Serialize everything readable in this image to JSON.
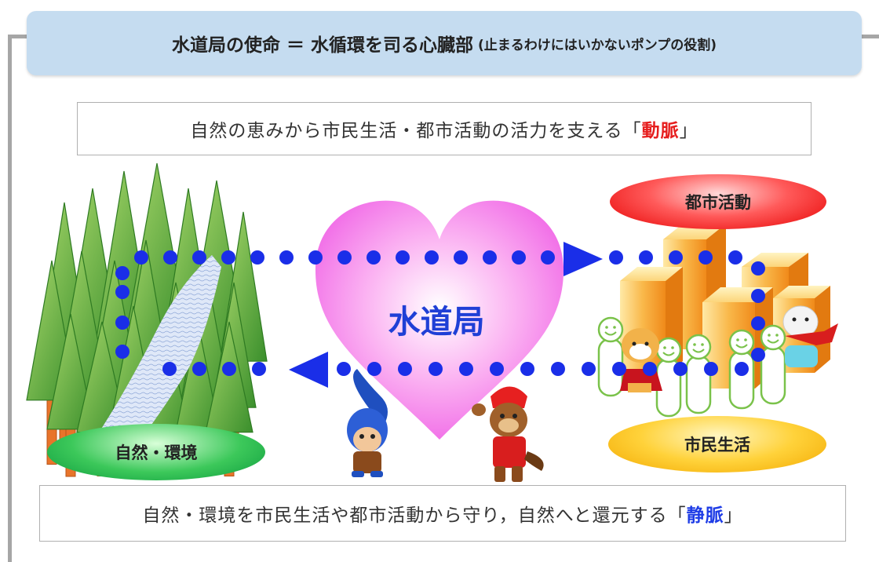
{
  "title": {
    "main": "水道局の使命 ＝ 水循環を司る心臓部",
    "sub": "(止まるわけにはいかないポンプの役割)"
  },
  "artery": {
    "prefix": "自然の恵みから市民生活・都市活動の活力を支える「",
    "keyword": "動脈",
    "suffix": "」"
  },
  "vein": {
    "prefix": "自然・環境を市民生活や都市活動から守り，自然へと還元する「",
    "keyword": "静脈",
    "suffix": "」"
  },
  "heart_label": "水道局",
  "nodes": {
    "city": "都市活動",
    "life": "市民生活",
    "nature": "自然・環境"
  },
  "colors": {
    "artery_keyword": "#e61e1e",
    "vein_keyword": "#1e3ce6",
    "dots": "#1a2ee8",
    "heart": "#f066e6"
  },
  "icons": [
    "forest-icon",
    "river-icon",
    "buildings-icon",
    "people-icon",
    "mascot-water-drop-icon",
    "mascot-beaver-icon",
    "mascot-character-icon",
    "mascot-bear-icon"
  ]
}
